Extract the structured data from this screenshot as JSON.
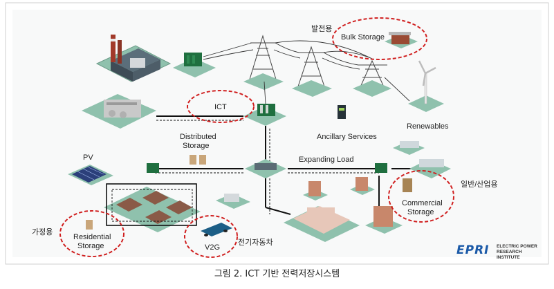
{
  "labels": {
    "bulk_generation": "발전용",
    "bulk_storage": "Bulk Storage",
    "ict": "ICT",
    "ancillary_services": "Ancillary Services",
    "renewables": "Renewables",
    "distributed_storage_line1": "Distributed",
    "distributed_storage_line2": "Storage",
    "pv": "PV",
    "expanding_load": "Expanding Load",
    "general_industrial": "일반/산업용",
    "commercial_storage_line1": "Commercial",
    "commercial_storage_line2": "Storage",
    "household": "가정용",
    "residential_storage_line1": "Residential",
    "residential_storage_line2": "Storage",
    "v2g": "V2G",
    "electric_vehicle": "전기자동차"
  },
  "logo": {
    "mark": "EPRI",
    "line1": "ELECTRIC POWER",
    "line2": "RESEARCH INSTITUTE"
  },
  "caption": "그림 2. ICT 기반 전력저장시스템",
  "colors": {
    "highlight_ellipse": "#d01f1f",
    "grid_line": "#111111",
    "tile": "#7fb8a4",
    "transformer": "#1f6f3f"
  }
}
